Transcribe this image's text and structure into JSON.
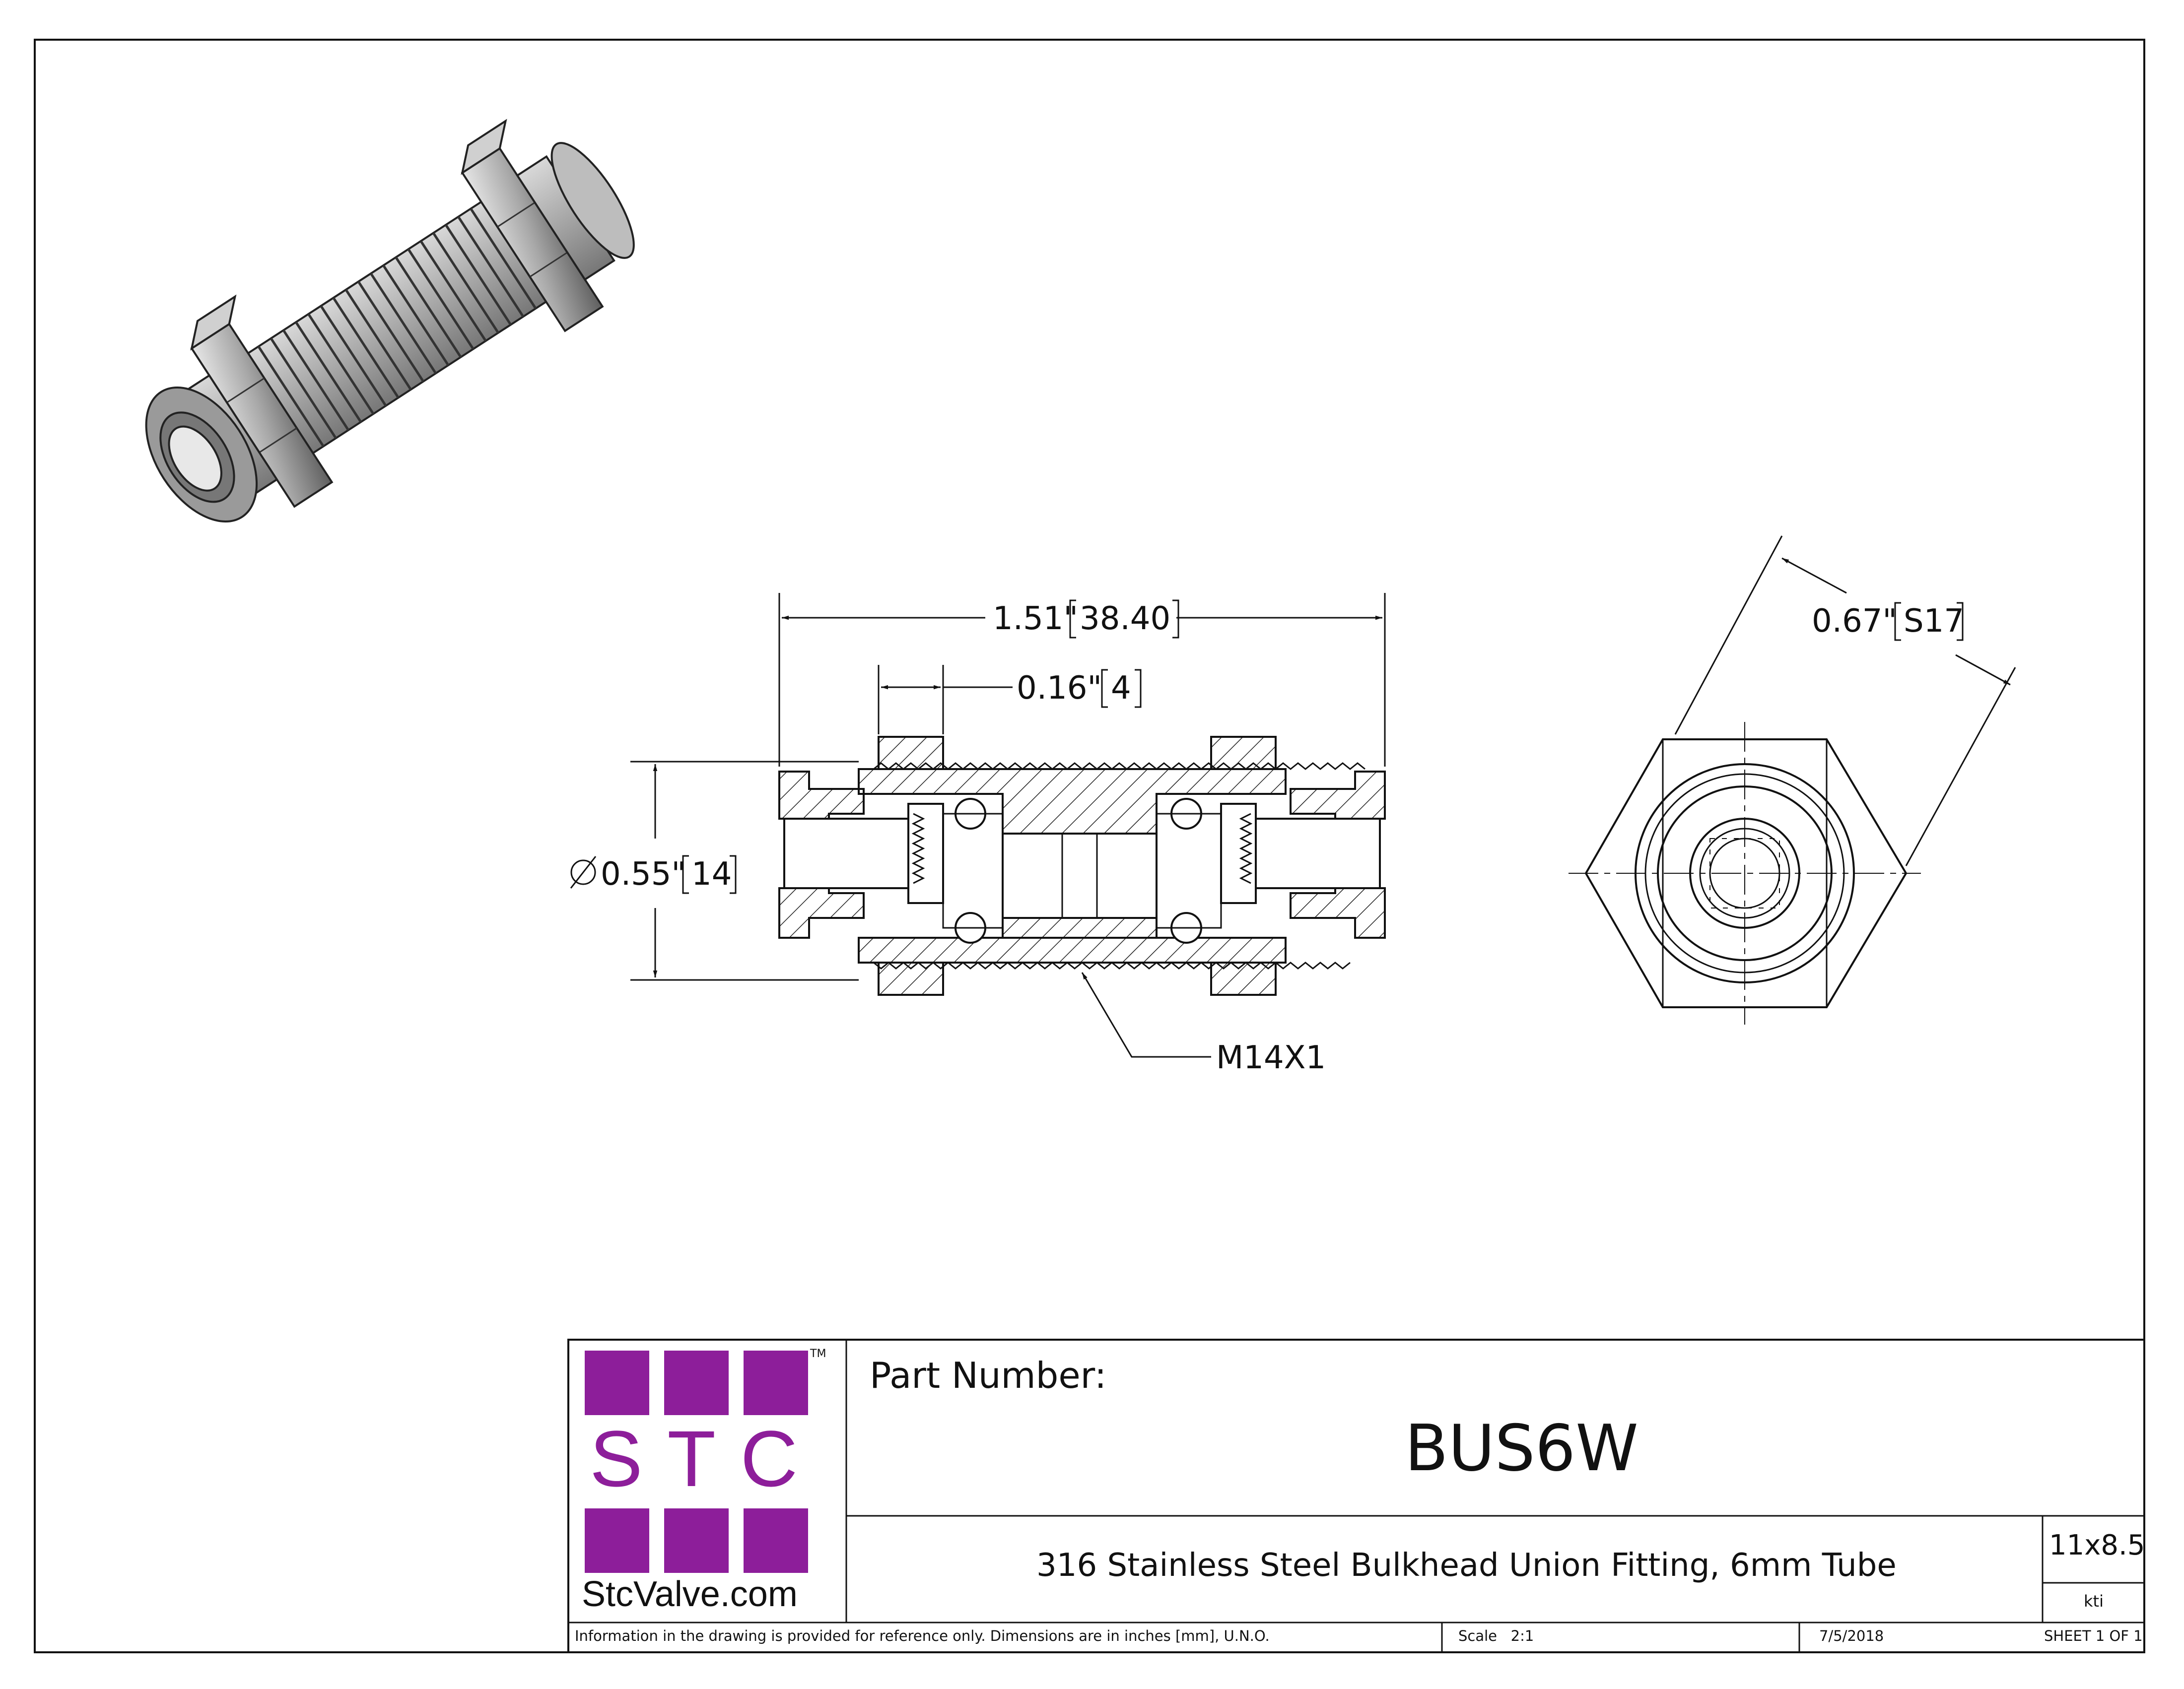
{
  "dimensions": {
    "overall_length": "1.51\"",
    "overall_length_mm": "38.40",
    "nut_width": "0.16\"",
    "nut_width_mm": "4",
    "diameter": "0.55\"",
    "diameter_mm": "14",
    "thread": "M14X1",
    "hex_size": "0.67\"",
    "hex_size_mm": "S17"
  },
  "title_block": {
    "logo_letters": "S T C",
    "logo_tm": "TM",
    "logo_url": "StcValve.com",
    "part_number_label": "Part Number:",
    "part_number": "BUS6W",
    "description": "316 Stainless Steel Bulkhead Union Fitting, 6mm Tube",
    "sheet_size": "11x8.5",
    "drawn_by": "kti",
    "disclaimer": "Information in the drawing is provided for reference only. Dimensions are in inches [mm], U.N.O.",
    "scale": "Scale   2:1",
    "date": "7/5/2018",
    "sheet": "SHEET 1 OF 1"
  },
  "colors": {
    "brand": "#8d1e9a",
    "line": "#111111"
  }
}
